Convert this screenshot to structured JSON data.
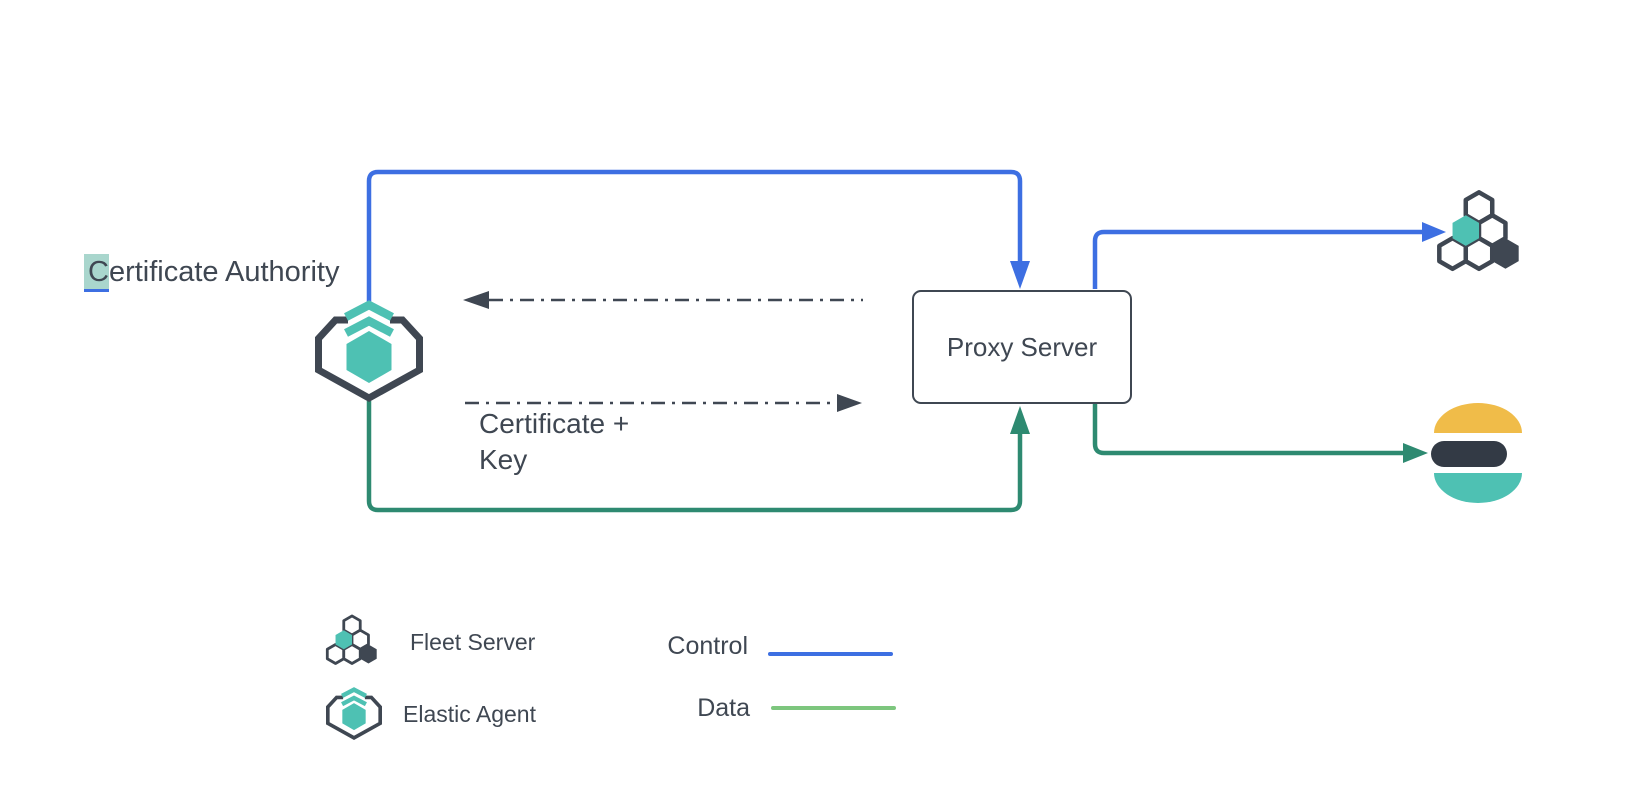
{
  "colors": {
    "dark": "#3F4752",
    "teal": "#4EC1B3",
    "highlight_teal": "#A9D6CD",
    "blue": "#3D6FE2",
    "green": "#2E8A71",
    "legend_green": "#7DC67E",
    "yellow": "#F0BC49",
    "es_dark": "#333A45"
  },
  "nodes": {
    "certificate_authority": {
      "label_highlight": "C",
      "label_rest": "ertificate Authority"
    },
    "proxy_server": {
      "label": "Proxy Server"
    },
    "certificate_key_note": {
      "line1": "Certificate +",
      "line2": "Key"
    }
  },
  "icons": {
    "elastic_agent": "elastic-agent-icon",
    "fleet_server": "fleet-server-icon",
    "elasticsearch": "elasticsearch-icon"
  },
  "connectors": {
    "control_agent_to_proxy": "control",
    "control_proxy_to_fleet": "control",
    "data_agent_to_proxy": "data",
    "data_proxy_to_elasticsearch": "data",
    "dashed_left": "certificate request",
    "dashed_right": "certificate + key"
  },
  "legend": {
    "items": [
      {
        "icon": "fleet-server-icon",
        "label": "Fleet Server"
      },
      {
        "icon": "elastic-agent-icon",
        "label": "Elastic Agent"
      }
    ],
    "control": {
      "label": "Control",
      "color": "#3D6FE2"
    },
    "data": {
      "label": "Data",
      "color": "#7DC67E"
    }
  }
}
